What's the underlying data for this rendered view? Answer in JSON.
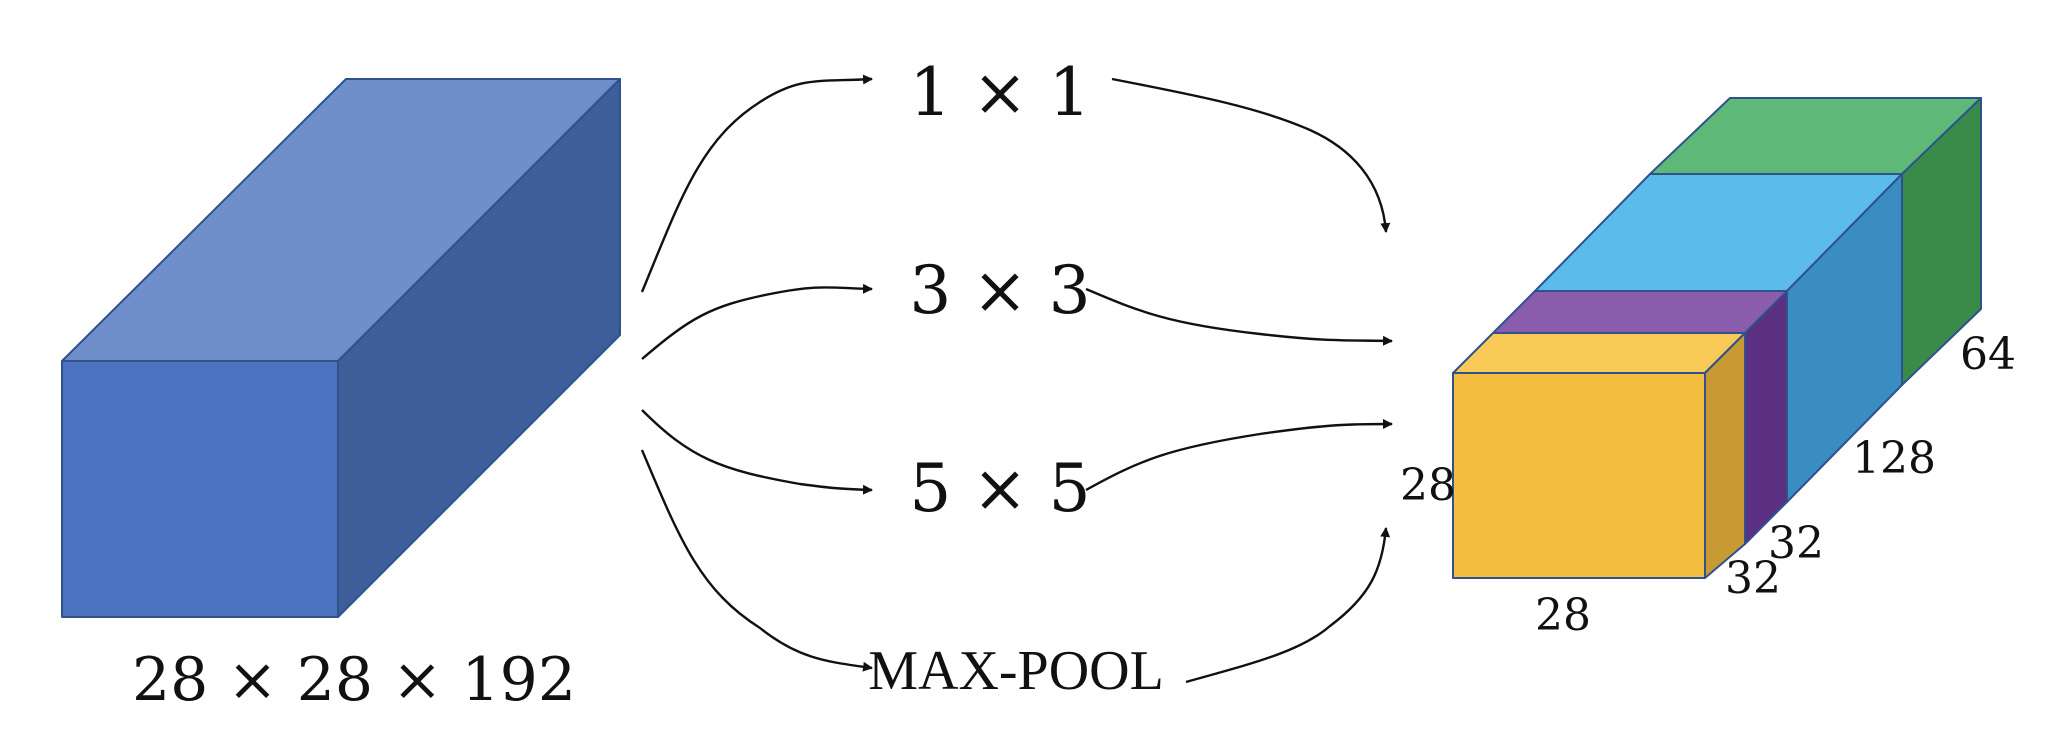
{
  "input": {
    "label": "28 × 28 × 192",
    "colors": {
      "front": "#4A72BF",
      "top": "#6F8FCB",
      "side": "#3E5E9A"
    }
  },
  "branches": [
    {
      "label": "1 × 1"
    },
    {
      "label": "3 × 3"
    },
    {
      "label": "5 × 5"
    },
    {
      "label": "MAX-POOL"
    }
  ],
  "output": {
    "height_label": "28",
    "width_label": "28",
    "depth_labels": [
      "32",
      "32",
      "128",
      "64"
    ],
    "colors": {
      "yellow": {
        "front": "#F4BE41",
        "top": "#F6CA55",
        "side": "#C89A34"
      },
      "purple": {
        "top": "#8A5DAC",
        "side": "#5B2F82"
      },
      "cyan": {
        "top": "#5BBCEC",
        "side": "#3A8CC1"
      },
      "green": {
        "top": "#5EB978",
        "side": "#3A8B49"
      }
    }
  }
}
